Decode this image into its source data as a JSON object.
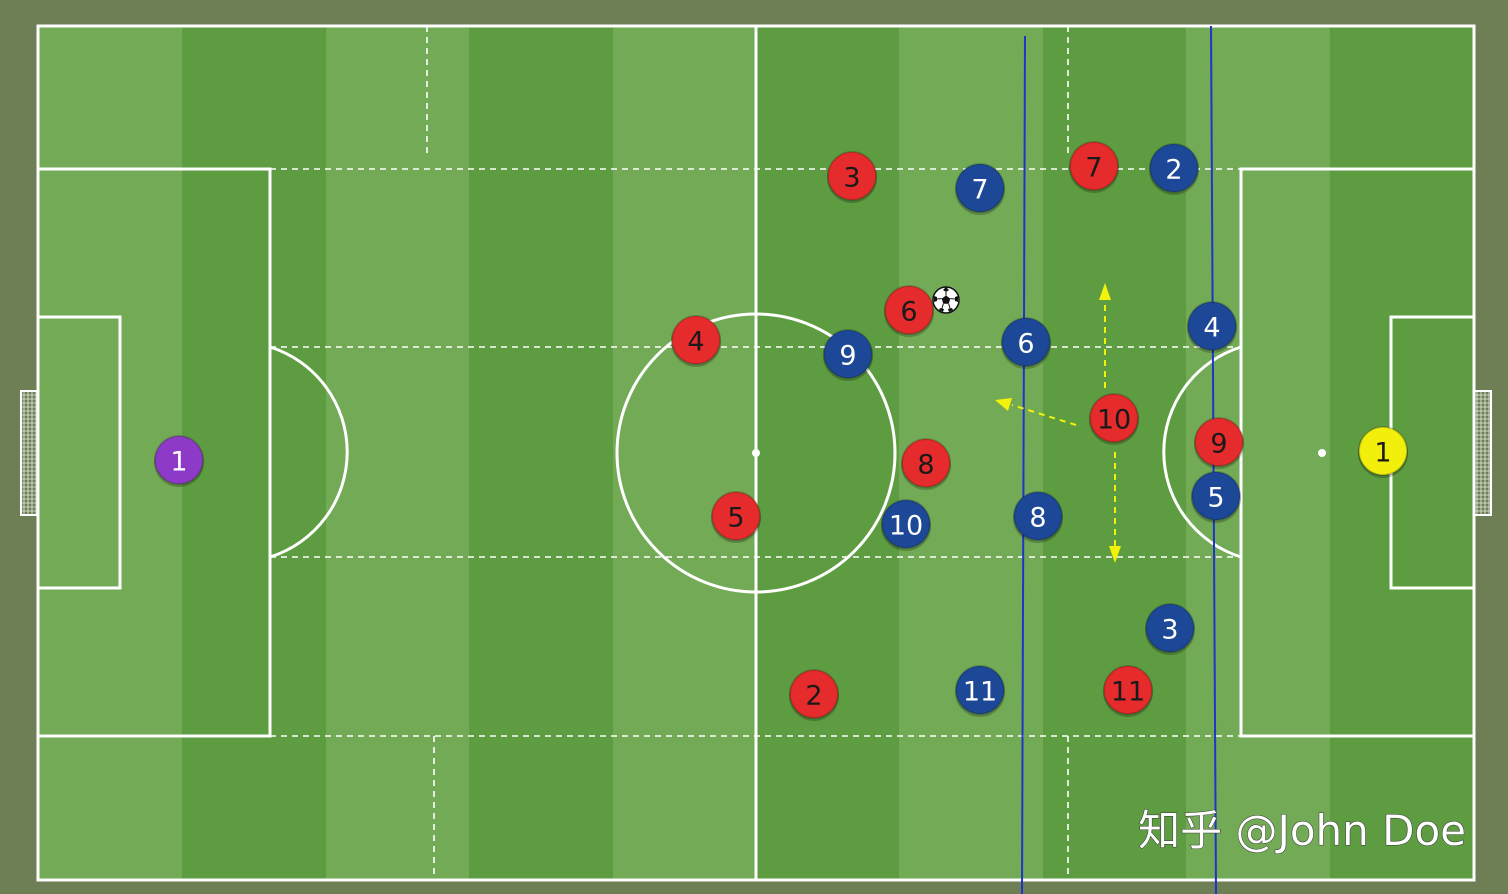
{
  "watermark": "知乎 @John Doe",
  "colors": {
    "frame": "#6f7f55",
    "stripe_light": "#72aa55",
    "stripe_dark": "#5e9c41",
    "line": "#ffffff",
    "red_team": "#e52b2b",
    "blue_team": "#1c4897",
    "red_keeper": "#8d3ac8",
    "blue_keeper": "#f2ef0c",
    "defensive_line": "#1f35c9",
    "movement_arrow": "#f2f20a"
  },
  "players": {
    "red": [
      {
        "number": "1",
        "role": "keeper"
      },
      {
        "number": "2"
      },
      {
        "number": "3"
      },
      {
        "number": "4"
      },
      {
        "number": "5"
      },
      {
        "number": "6"
      },
      {
        "number": "7"
      },
      {
        "number": "8"
      },
      {
        "number": "9"
      },
      {
        "number": "10"
      },
      {
        "number": "11"
      }
    ],
    "blue": [
      {
        "number": "1",
        "role": "keeper"
      },
      {
        "number": "2"
      },
      {
        "number": "3"
      },
      {
        "number": "4"
      },
      {
        "number": "5"
      },
      {
        "number": "6"
      },
      {
        "number": "7"
      },
      {
        "number": "8"
      },
      {
        "number": "9"
      },
      {
        "number": "10"
      },
      {
        "number": "11"
      }
    ]
  },
  "ball_icon": "soccer-ball-icon",
  "movement_arrows": [
    "up",
    "left",
    "down"
  ]
}
